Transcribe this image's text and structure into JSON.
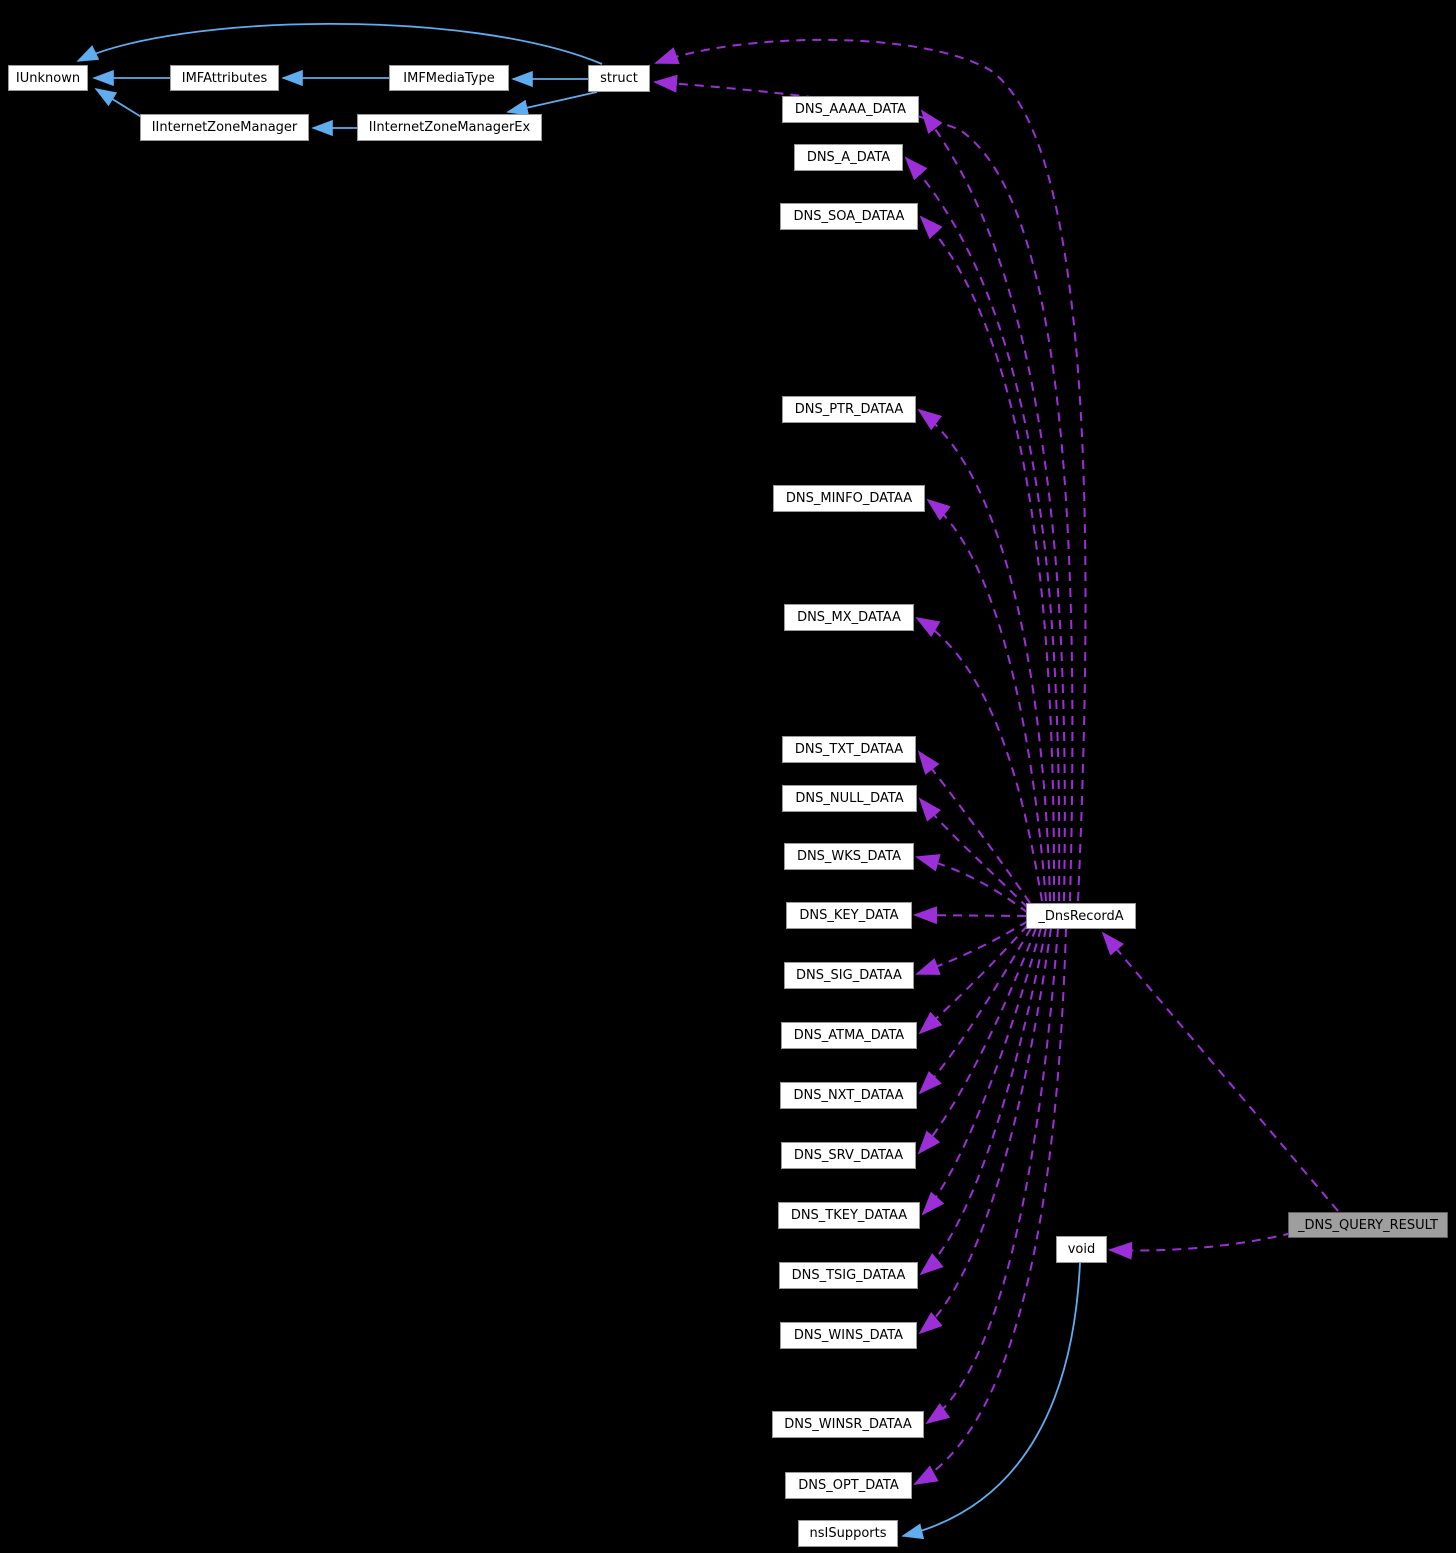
{
  "diagram": {
    "type": "doxygen-collaboration-graph",
    "background_color": "#000000",
    "colors": {
      "usage_edge": "#9D2FD9",
      "inheritance_edge": "#5FACEF",
      "node_fill": "#ffffff",
      "node_border": "#9a9a9a",
      "highlight_node_fill": "#9E9E9E",
      "highlight_node_border": "#5f5f5f",
      "node_text": "#000000"
    },
    "nodes": {
      "iunknown": {
        "label": "IUnknown"
      },
      "imfattributes": {
        "label": "IMFAttributes"
      },
      "imfmediatype": {
        "label": "IMFMediaType"
      },
      "struct_node": {
        "label": "struct"
      },
      "iinternetzonemanager": {
        "label": "IInternetZoneManager"
      },
      "iinternetzonemanagerex": {
        "label": "IInternetZoneManagerEx"
      },
      "dns_aaaa_data": {
        "label": "DNS_AAAA_DATA"
      },
      "dns_a_data": {
        "label": "DNS_A_DATA"
      },
      "dns_soa_dataa": {
        "label": "DNS_SOA_DATAA"
      },
      "dns_ptr_dataa": {
        "label": "DNS_PTR_DATAA"
      },
      "dns_minfo_dataa": {
        "label": "DNS_MINFO_DATAA"
      },
      "dns_mx_dataa": {
        "label": "DNS_MX_DATAA"
      },
      "dns_txt_dataa": {
        "label": "DNS_TXT_DATAA"
      },
      "dns_null_data": {
        "label": "DNS_NULL_DATA"
      },
      "dns_wks_data": {
        "label": "DNS_WKS_DATA"
      },
      "dns_key_data": {
        "label": "DNS_KEY_DATA"
      },
      "dns_sig_dataa": {
        "label": "DNS_SIG_DATAA"
      },
      "dns_atma_data": {
        "label": "DNS_ATMA_DATA"
      },
      "dns_nxt_dataa": {
        "label": "DNS_NXT_DATAA"
      },
      "dns_srv_dataa": {
        "label": "DNS_SRV_DATAA"
      },
      "dns_tkey_dataa": {
        "label": "DNS_TKEY_DATAA"
      },
      "dns_tsig_dataa": {
        "label": "DNS_TSIG_DATAA"
      },
      "dns_wins_data": {
        "label": "DNS_WINS_DATA"
      },
      "dns_winsr_dataa": {
        "label": "DNS_WINSR_DATAA"
      },
      "dns_opt_data": {
        "label": "DNS_OPT_DATA"
      },
      "nsisupports": {
        "label": "nsISupports"
      },
      "dnsrecorda": {
        "label": "_DnsRecordA"
      },
      "void_node": {
        "label": "void"
      },
      "dns_query_result": {
        "label": "_DNS_QUERY_RESULT",
        "highlighted": true
      }
    },
    "relations": {
      "inheritance_solid_blue": [
        {
          "from": "IMFAttributes",
          "to": "IUnknown"
        },
        {
          "from": "IMFMediaType",
          "to": "IMFAttributes"
        },
        {
          "from": "struct",
          "to": "IMFMediaType"
        },
        {
          "from": "struct",
          "to": "IUnknown"
        },
        {
          "from": "IInternetZoneManager",
          "to": "IUnknown"
        },
        {
          "from": "IInternetZoneManagerEx",
          "to": "IInternetZoneManager"
        },
        {
          "from": "struct",
          "to": "IInternetZoneManagerEx"
        },
        {
          "from": "void",
          "to": "nsISupports"
        }
      ],
      "usage_dashed_purple": [
        {
          "from": "_DnsRecordA",
          "to": "struct"
        },
        {
          "from": "_DnsRecordA",
          "to": "struct"
        },
        {
          "from": "_DnsRecordA",
          "to": "DNS_AAAA_DATA"
        },
        {
          "from": "_DnsRecordA",
          "to": "DNS_A_DATA"
        },
        {
          "from": "_DnsRecordA",
          "to": "DNS_SOA_DATAA"
        },
        {
          "from": "_DnsRecordA",
          "to": "DNS_PTR_DATAA"
        },
        {
          "from": "_DnsRecordA",
          "to": "DNS_MINFO_DATAA"
        },
        {
          "from": "_DnsRecordA",
          "to": "DNS_MX_DATAA"
        },
        {
          "from": "_DnsRecordA",
          "to": "DNS_TXT_DATAA"
        },
        {
          "from": "_DnsRecordA",
          "to": "DNS_NULL_DATA"
        },
        {
          "from": "_DnsRecordA",
          "to": "DNS_WKS_DATA"
        },
        {
          "from": "_DnsRecordA",
          "to": "DNS_KEY_DATA"
        },
        {
          "from": "_DnsRecordA",
          "to": "DNS_SIG_DATAA"
        },
        {
          "from": "_DnsRecordA",
          "to": "DNS_ATMA_DATA"
        },
        {
          "from": "_DnsRecordA",
          "to": "DNS_NXT_DATAA"
        },
        {
          "from": "_DnsRecordA",
          "to": "DNS_SRV_DATAA"
        },
        {
          "from": "_DnsRecordA",
          "to": "DNS_TKEY_DATAA"
        },
        {
          "from": "_DnsRecordA",
          "to": "DNS_TSIG_DATAA"
        },
        {
          "from": "_DnsRecordA",
          "to": "DNS_WINS_DATA"
        },
        {
          "from": "_DnsRecordA",
          "to": "DNS_WINSR_DATAA"
        },
        {
          "from": "_DnsRecordA",
          "to": "DNS_OPT_DATA"
        },
        {
          "from": "_DNS_QUERY_RESULT",
          "to": "_DnsRecordA"
        },
        {
          "from": "_DNS_QUERY_RESULT",
          "to": "void"
        }
      ]
    }
  }
}
